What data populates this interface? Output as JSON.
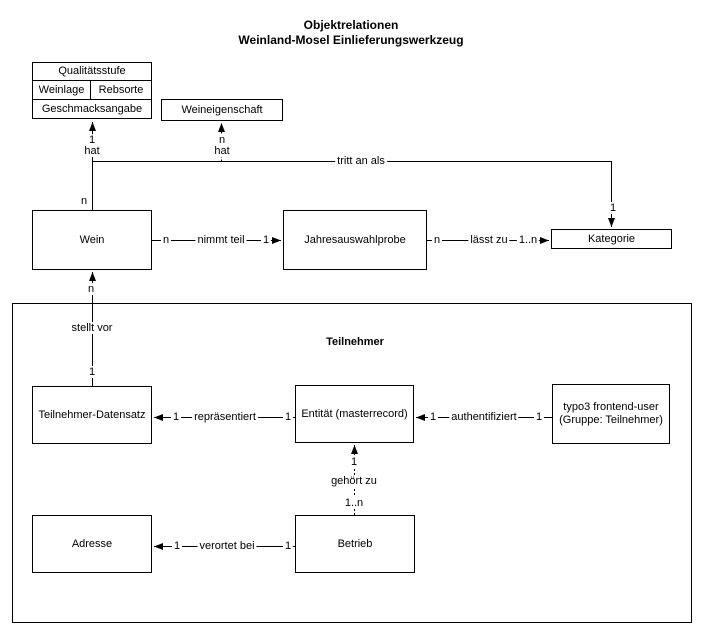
{
  "title": {
    "line1": "Objektrelationen",
    "line2": "Weinland-Mosel Einlieferungswerkzeug"
  },
  "entities": {
    "qualitaetsstufe": "Qualitätsstufe",
    "weinlage": "Weinlage",
    "rebsorte": "Rebsorte",
    "geschmacksangabe": "Geschmacksangabe",
    "weineigenschaft": "Weineigenschaft",
    "wein": "Wein",
    "jahresauswahlprobe": "Jahresauswahlprobe",
    "kategorie": "Kategorie",
    "teilnehmer_datensatz": "Teilnehmer-Datensatz",
    "entitaet_masterrecord": "Entität (masterrecord)",
    "typo3_user_line1": "typo3 frontend-user",
    "typo3_user_line2": "(Gruppe: Teilnehmer)",
    "adresse": "Adresse",
    "betrieb": "Betrieb"
  },
  "groups": {
    "teilnehmer": "Teilnehmer"
  },
  "relations": {
    "hat_qualitaetsstufe": {
      "label": "hat",
      "card_arrow": "1",
      "card_source": "n"
    },
    "hat_weineigenschaft": {
      "label": "hat",
      "card_arrow": "n"
    },
    "tritt_an_als": {
      "label": "tritt an als",
      "card_arrow": "1"
    },
    "nimmt_teil": {
      "label": "nimmt teil",
      "card_source": "n",
      "card_target": "1"
    },
    "laesst_zu": {
      "label": "lässt zu",
      "card_source": "n",
      "card_target": "1..n"
    },
    "stellt_vor": {
      "label": "stellt vor",
      "card_target": "n",
      "card_source": "1"
    },
    "repraesentiert": {
      "label": "repräsentiert",
      "card_target": "1",
      "card_source": "1"
    },
    "authentifiziert": {
      "label": "authentifiziert",
      "card_target": "1",
      "card_source": "1"
    },
    "gehoert_zu": {
      "label": "gehört zu",
      "card_target": "1",
      "card_source": "1..n"
    },
    "verortet_bei": {
      "label": "verortet bei",
      "card_target": "1",
      "card_source": "1"
    }
  },
  "colors": {
    "line": "#000000",
    "background": "#ffffff"
  }
}
